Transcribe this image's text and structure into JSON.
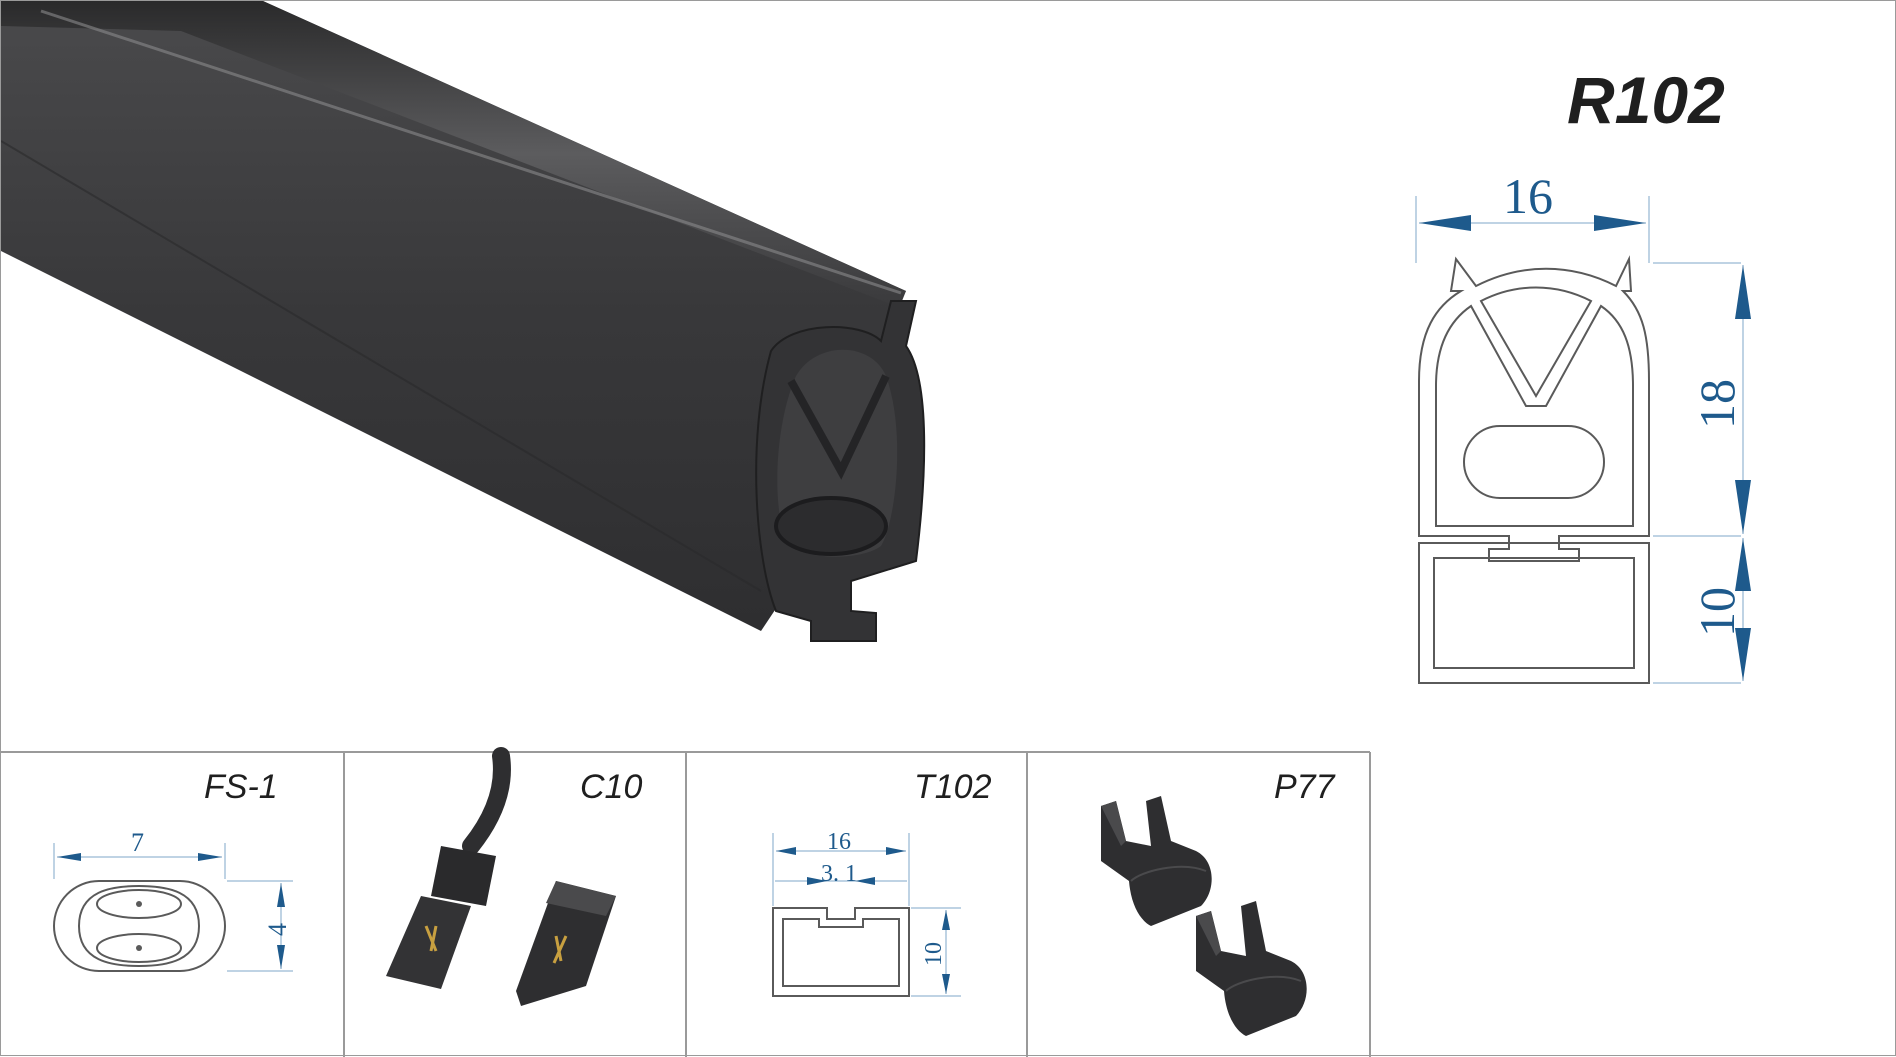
{
  "product": {
    "code": "R102",
    "dimensions": {
      "width": "16",
      "height_upper": "18",
      "height_lower": "10"
    }
  },
  "panels": [
    {
      "title": "FS-1",
      "dims": {
        "width": "7",
        "height": "4"
      }
    },
    {
      "title": "C10"
    },
    {
      "title": "T102",
      "dims": {
        "width": "16",
        "slot": "3. 1",
        "height": "10"
      }
    },
    {
      "title": "P77"
    }
  ],
  "colors": {
    "rubber": "#3a3a3b",
    "dimension": "#1e5a8c",
    "outline": "#5a5a5a",
    "border": "#9a9a9a"
  }
}
